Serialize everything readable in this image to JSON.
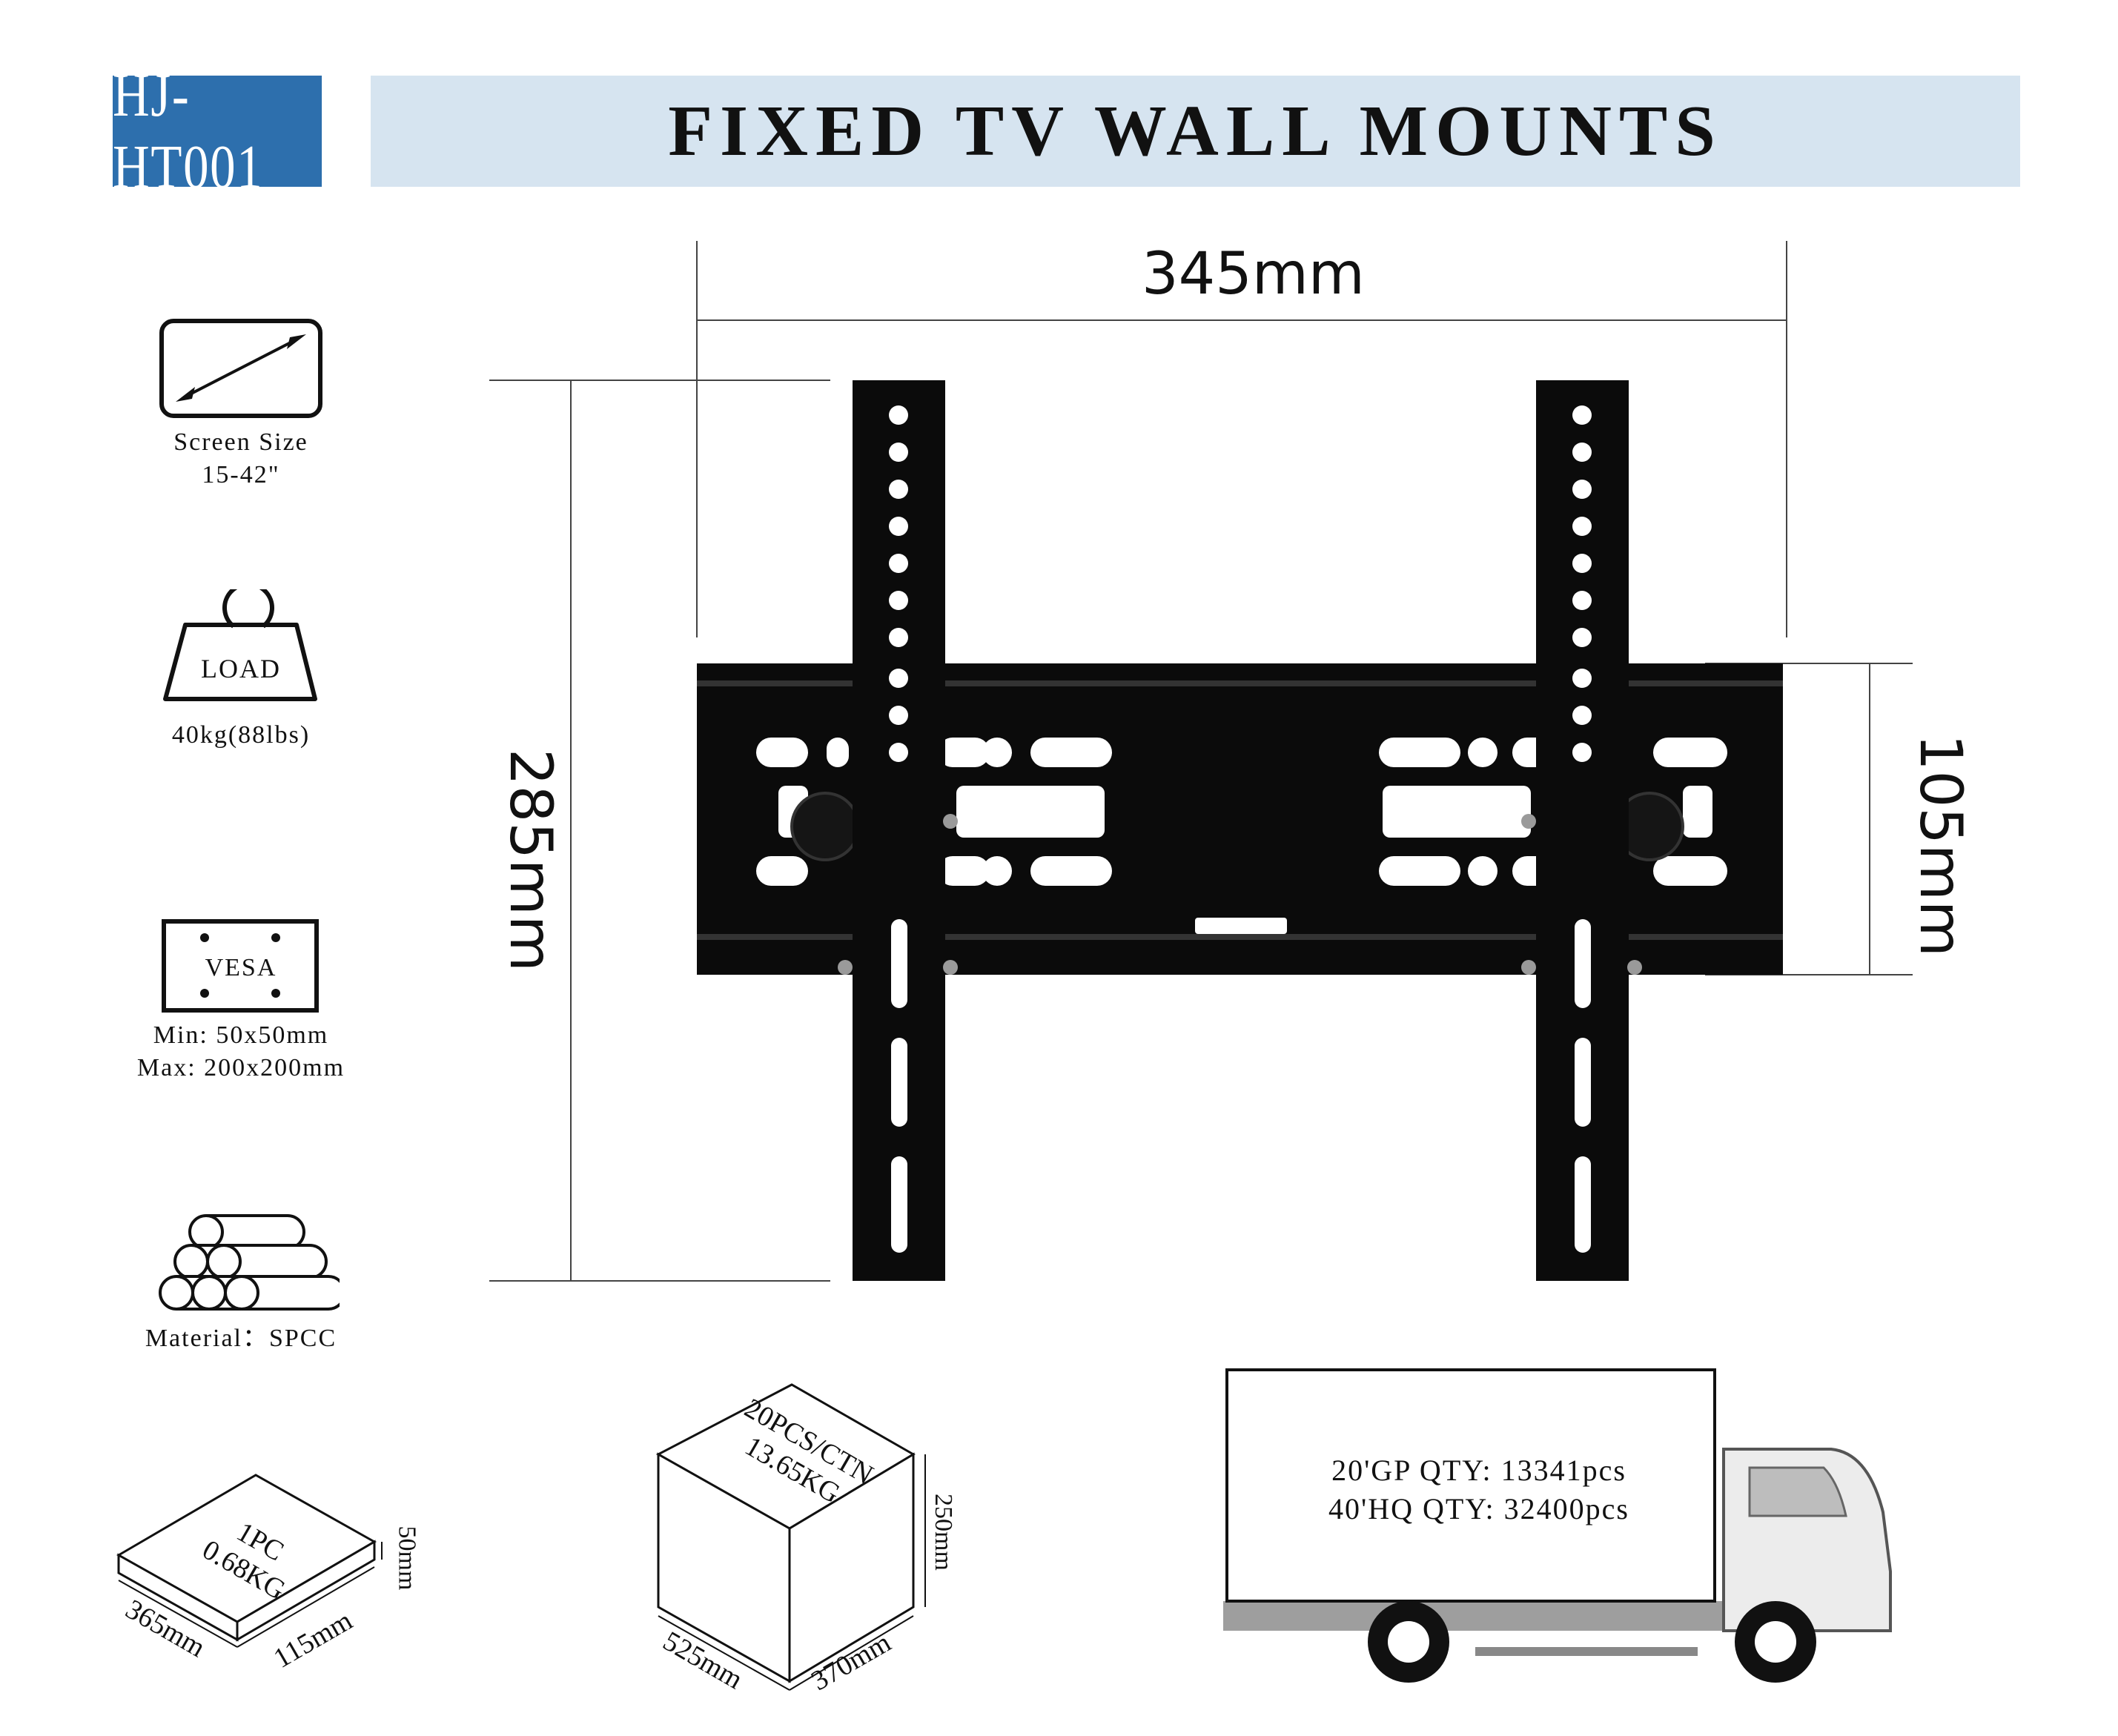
{
  "header": {
    "model": "HJ-HT001",
    "title": "FIXED TV WALL MOUNTS"
  },
  "specs": {
    "screen_size_label": "Screen Size",
    "screen_size_value": "15-42\"",
    "load_icon_text": "LOAD",
    "load_value": "40kg(88lbs)",
    "vesa_icon_text": "VESA",
    "vesa_min": "Min: 50x50mm",
    "vesa_max": "Max: 200x200mm",
    "material": "Material：SPCC"
  },
  "dimensions": {
    "width": "345mm",
    "height": "285mm",
    "rail_height": "105mm"
  },
  "packaging": {
    "single": {
      "qty": "1PC",
      "weight": "0.68KG",
      "length": "365mm",
      "width": "115mm",
      "height": "50mm"
    },
    "carton": {
      "qty": "20PCS/CTN",
      "weight": "13.65KG",
      "length": "525mm",
      "width": "370mm",
      "height": "250mm"
    }
  },
  "shipping": {
    "gp20": "20'GP QTY: 13341pcs",
    "hq40": "40'HQ QTY: 32400pcs"
  },
  "colors": {
    "model_bg": "#2d6fad",
    "title_bg": "#d6e4f0",
    "mount": "#0b0b0b"
  }
}
